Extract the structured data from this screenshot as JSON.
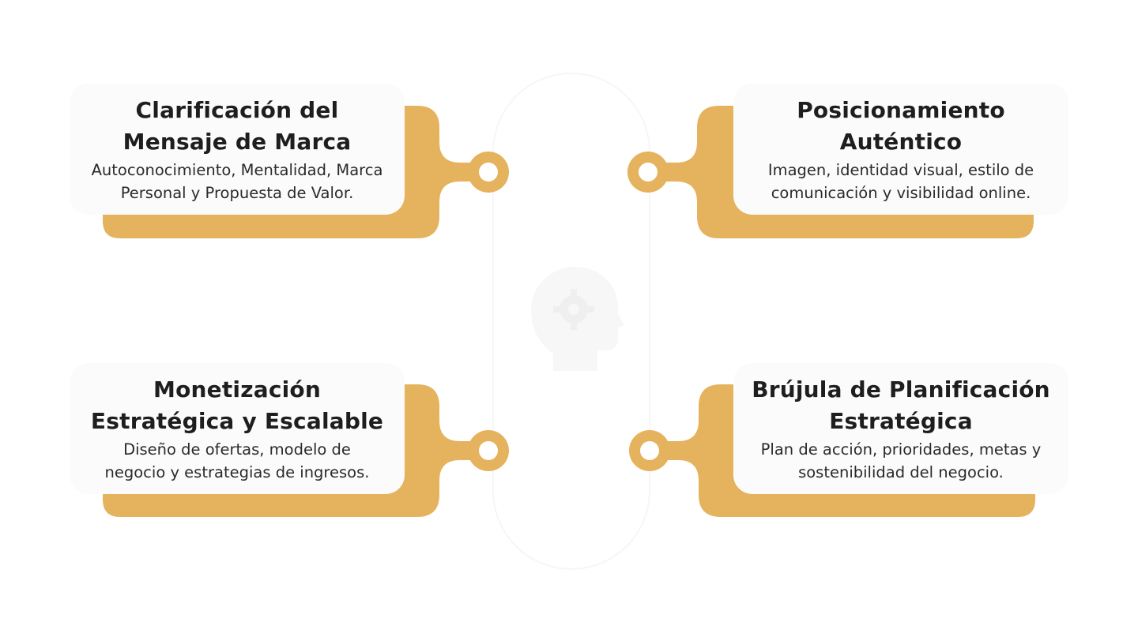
{
  "colors": {
    "accent": "#E5B25D",
    "card_background": "#FBFBFB",
    "text": "#1E1E1E"
  },
  "center": {
    "icon": "head-gear-icon"
  },
  "cards": {
    "top_left": {
      "title_line1": "Clarificación del",
      "title_line2": "Mensaje de Marca",
      "desc_line1": "Autoconocimiento, Mentalidad, Marca",
      "desc_line2": "Personal y Propuesta de Valor."
    },
    "top_right": {
      "title_line1": "Posicionamiento",
      "title_line2": "Auténtico",
      "desc_line1": "Imagen, identidad visual, estilo de",
      "desc_line2": "comunicación y visibilidad online."
    },
    "bottom_left": {
      "title_line1": "Monetización",
      "title_line2": "Estratégica y Escalable",
      "desc_line1": "Diseño de ofertas, modelo de",
      "desc_line2": "negocio y estrategias de ingresos."
    },
    "bottom_right": {
      "title_line1": "Brújula de Planificación",
      "title_line2": "Estratégica",
      "desc_line1": "Plan de acción, prioridades, metas y",
      "desc_line2": "sostenibilidad del negocio."
    }
  }
}
